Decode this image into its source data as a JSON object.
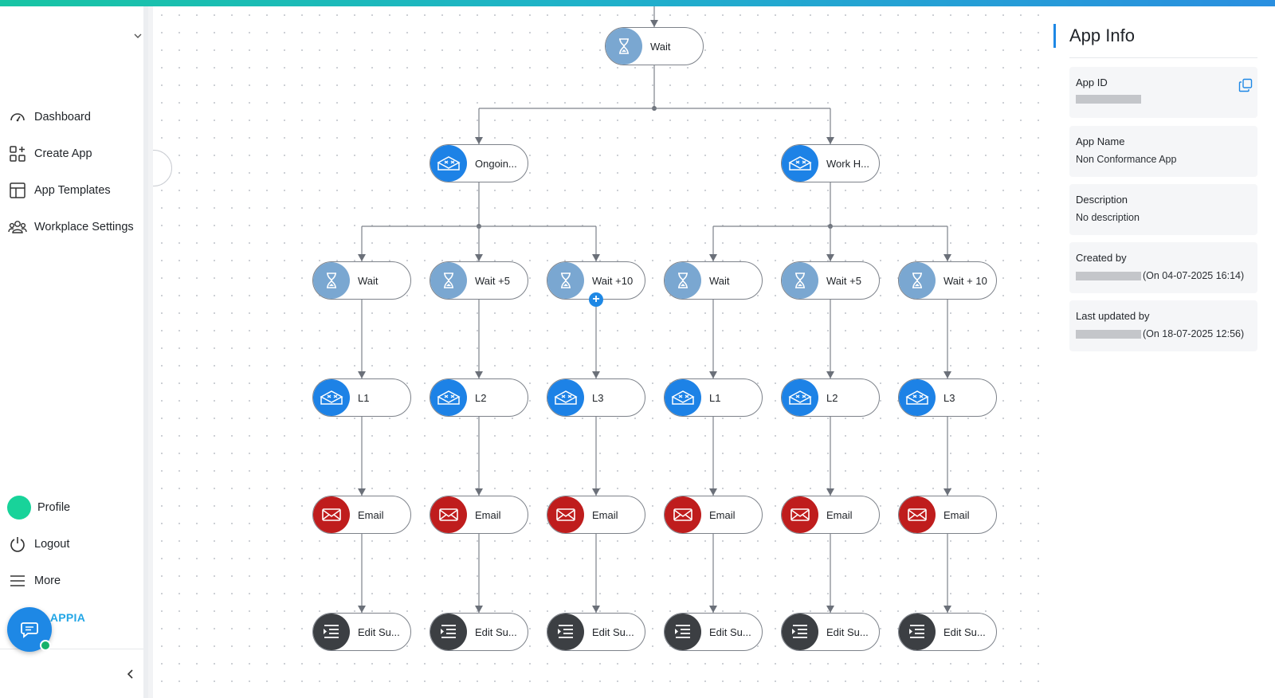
{
  "sidebar": {
    "nav": [
      {
        "label": "Dashboard",
        "icon": "dashboard-icon"
      },
      {
        "label": "Create App",
        "icon": "create-app-icon"
      },
      {
        "label": "App Templates",
        "icon": "templates-icon"
      },
      {
        "label": "Workplace Settings",
        "icon": "people-icon"
      }
    ],
    "bottom": [
      {
        "label": "Profile",
        "icon": "avatar"
      },
      {
        "label": "Logout",
        "icon": "power-icon"
      },
      {
        "label": "More",
        "icon": "menu-icon"
      }
    ],
    "brand": "LAPPIA"
  },
  "flow": {
    "root": {
      "label": "Wait",
      "type": "wait"
    },
    "level1": [
      {
        "label": "Ongoin...",
        "type": "approval"
      },
      {
        "label": "Work H...",
        "type": "approval"
      }
    ],
    "waits": [
      "Wait",
      "Wait +5",
      "Wait +10",
      "Wait",
      "Wait +5",
      "Wait + 10"
    ],
    "levels": [
      "L1",
      "L2",
      "L3",
      "L1",
      "L2",
      "L3"
    ],
    "emails": [
      "Email",
      "Email",
      "Email",
      "Email",
      "Email",
      "Email"
    ],
    "edits": [
      "Edit Su...",
      "Edit Su...",
      "Edit Su...",
      "Edit Su...",
      "Edit Su...",
      "Edit Su..."
    ]
  },
  "panel": {
    "title": "App Info",
    "app_id_label": "App ID",
    "app_name_label": "App Name",
    "app_name": "Non Conformance App",
    "description_label": "Description",
    "description": "No description",
    "created_by_label": "Created by",
    "created_on": "(On 04-07-2025 16:14)",
    "updated_by_label": "Last updated by",
    "updated_on": "(On 18-07-2025 12:56)"
  },
  "colors": {
    "accent": "#1e88e5",
    "wait": "#7aa7d1",
    "approval": "#1d82e6",
    "email": "#bf1d1d",
    "edit": "#3c3f43",
    "profile": "#18d39a"
  }
}
